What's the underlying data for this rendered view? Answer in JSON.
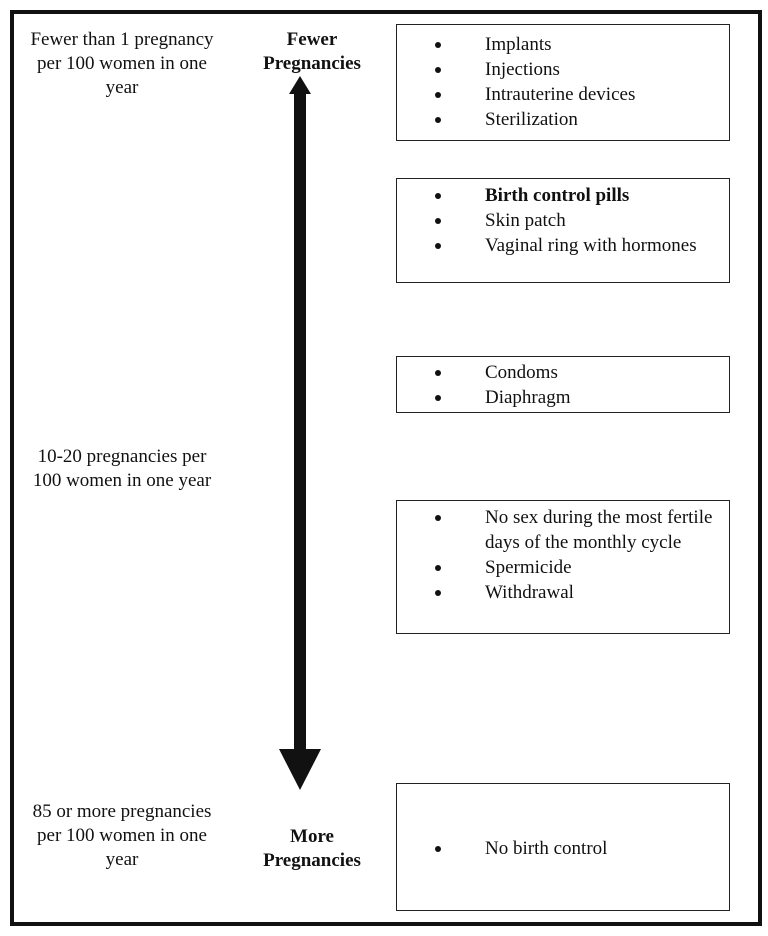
{
  "rates": {
    "top": "Fewer than 1 pregnancy per 100 women in one year",
    "middle": "10-20 pregnancies per 100 women in one year",
    "bottom": "85 or more pregnancies per 100 women in one year"
  },
  "axis": {
    "top_label": "Fewer Pregnancies",
    "bottom_label": "More Pregnancies"
  },
  "boxes": [
    {
      "items": [
        "Implants",
        "Injections",
        "Intrauterine devices",
        "Sterilization"
      ]
    },
    {
      "items": [
        "Birth control pills",
        "Skin patch",
        "Vaginal ring with hormones"
      ]
    },
    {
      "items": [
        "Condoms",
        "Diaphragm"
      ]
    },
    {
      "items": [
        "No sex during the most fertile days of the monthly cycle",
        "Spermicide",
        "Withdrawal"
      ]
    },
    {
      "items": [
        "No birth control"
      ]
    }
  ]
}
